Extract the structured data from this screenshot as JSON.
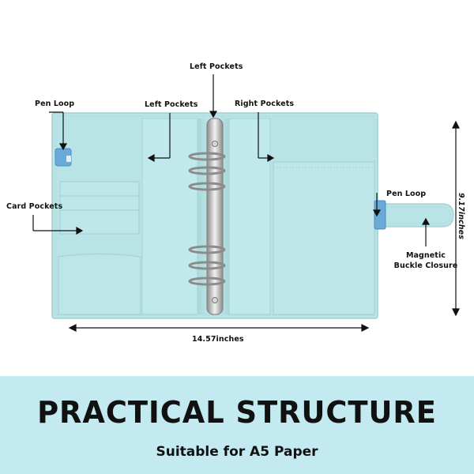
{
  "labels": {
    "left_pockets_top": "Left Pockets",
    "pen_loop_left": "Pen Loop",
    "left_pockets": "Left Pockets",
    "right_pockets": "Right Pockets",
    "card_pockets": "Card Pockets",
    "pen_loop_right": "Pen Loop",
    "magnetic_line1": "Magnetic",
    "magnetic_line2": "Buckle Closure",
    "height": "9.17inches",
    "width": "14.57inches"
  },
  "banner": {
    "title": "PRACTICAL STRUCTURE",
    "subtitle": "Suitable for A5 Paper"
  },
  "colors": {
    "binder": "#b9e4e6",
    "binder_edge": "#9fcfd2",
    "pen_loop": "#6aa9d8",
    "banner": "#c2eaf0",
    "rings": "#c9c9c9"
  }
}
